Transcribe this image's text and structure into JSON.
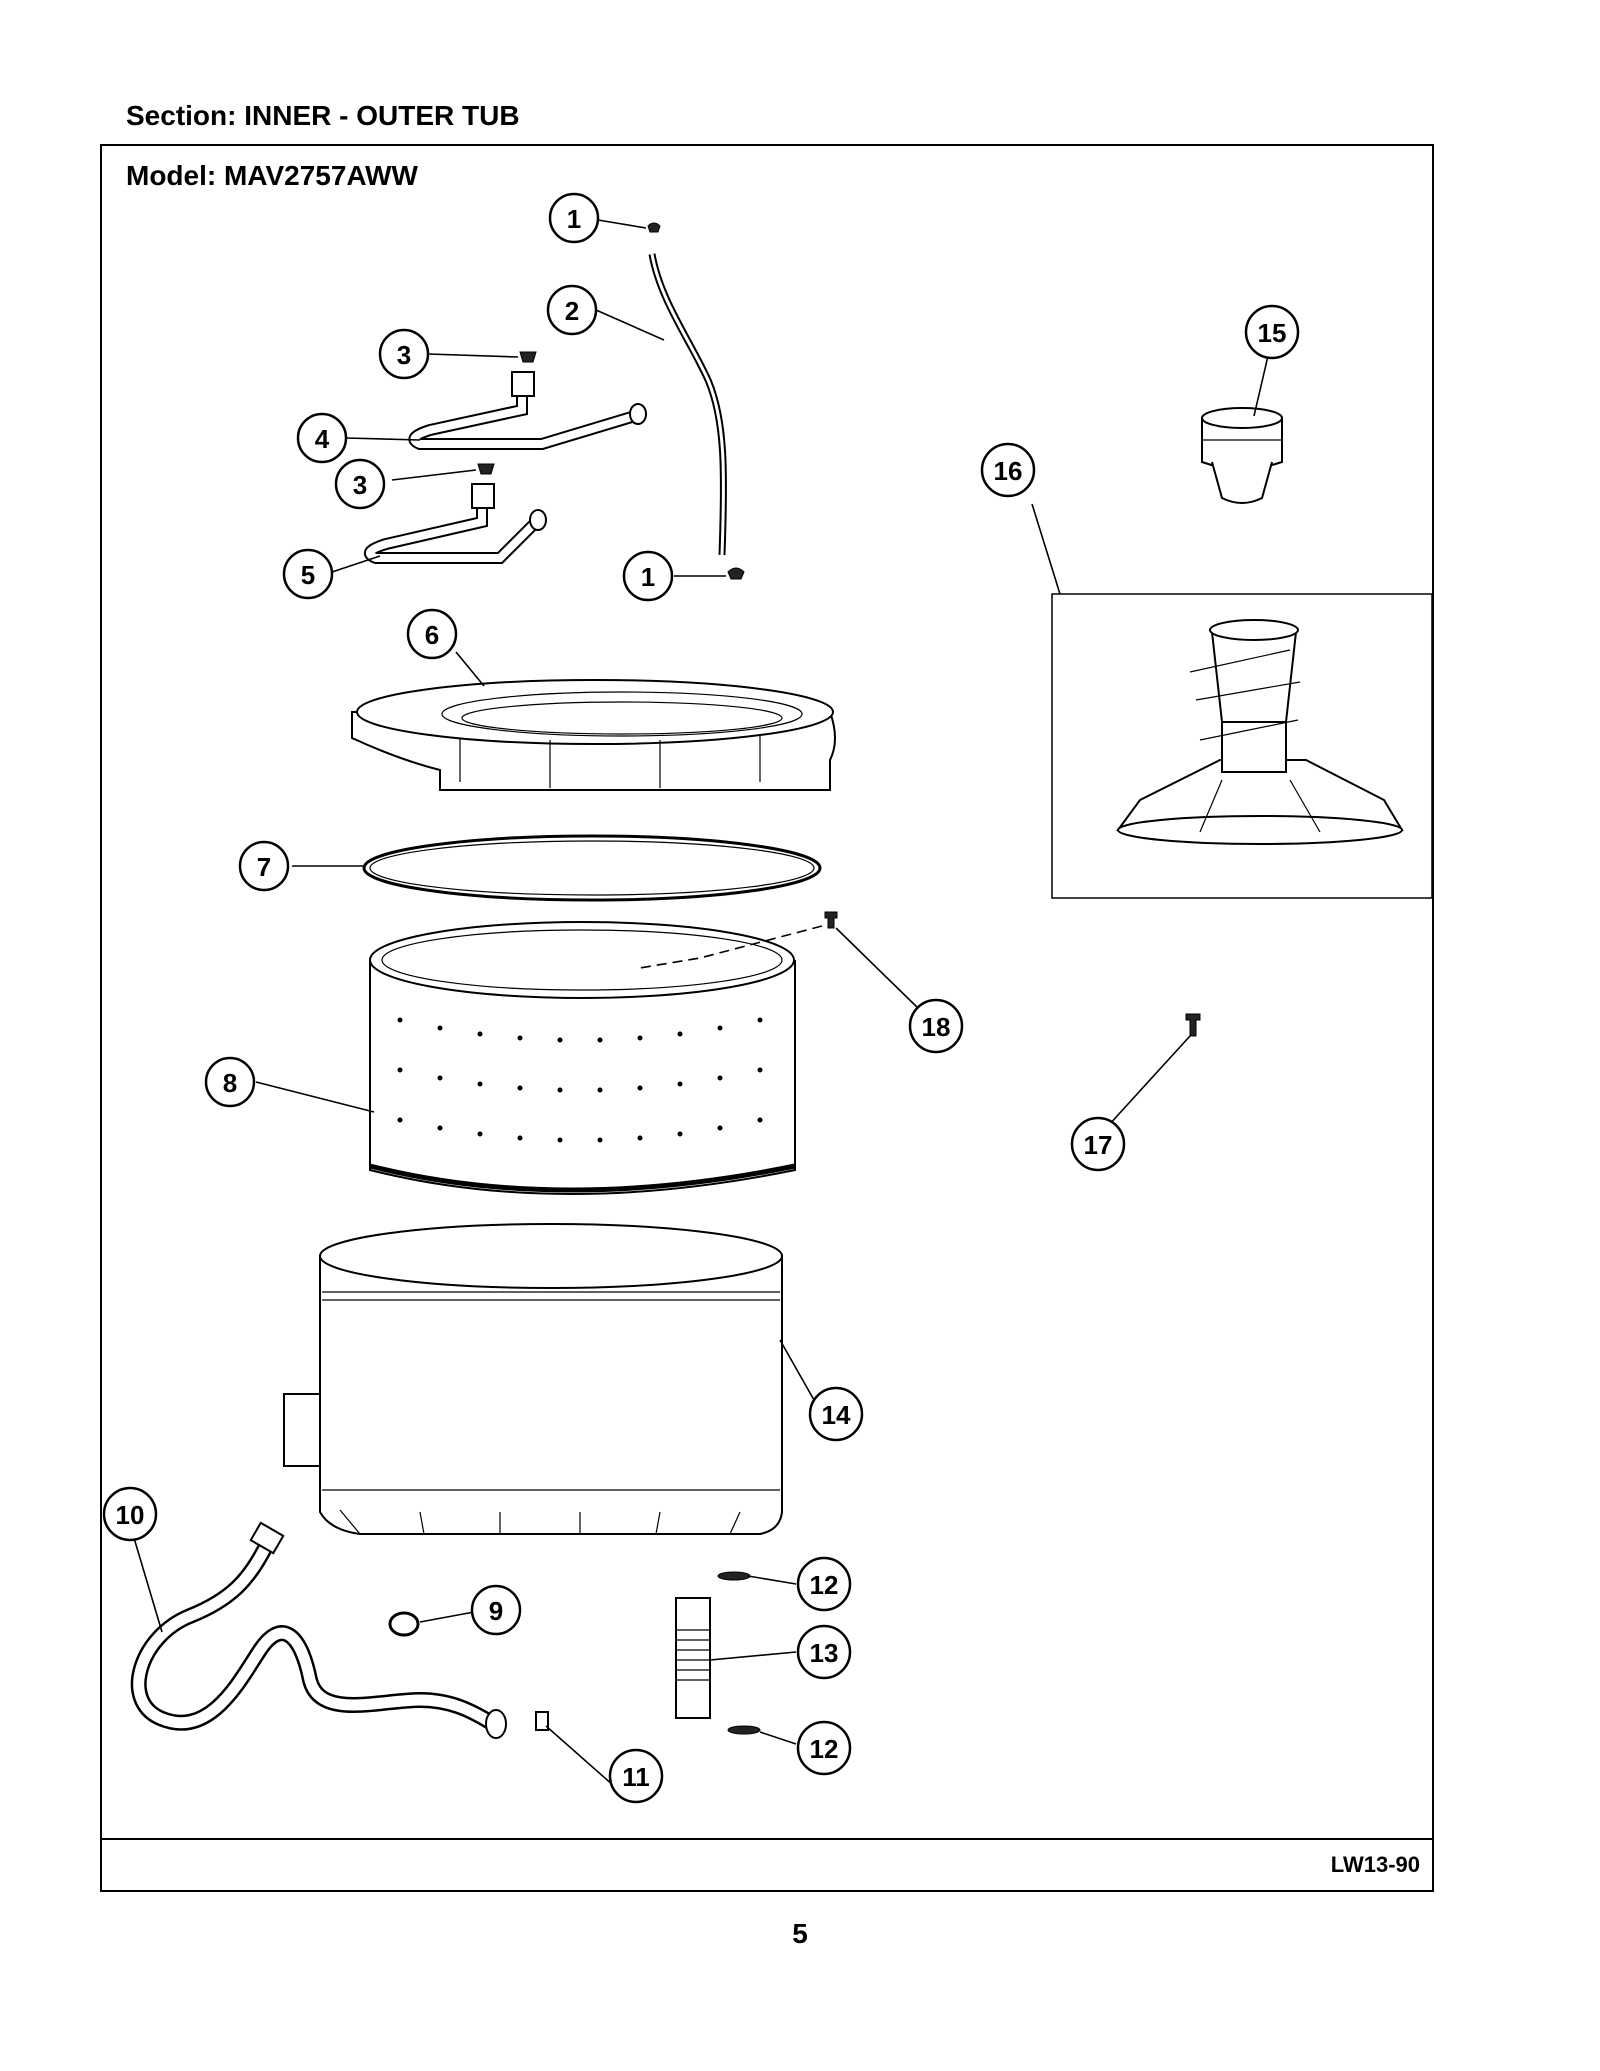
{
  "header": {
    "section_title": "Section:  INNER - OUTER TUB",
    "model_title": "Model:  MAV2757AWW"
  },
  "footer": {
    "drawing_code": "LW13-90",
    "page_number": "5"
  },
  "callouts": [
    "1",
    "2",
    "3",
    "4",
    "3",
    "5",
    "1",
    "6",
    "7",
    "8",
    "18",
    "15",
    "16",
    "17",
    "14",
    "10",
    "9",
    "11",
    "12",
    "13",
    "12"
  ]
}
